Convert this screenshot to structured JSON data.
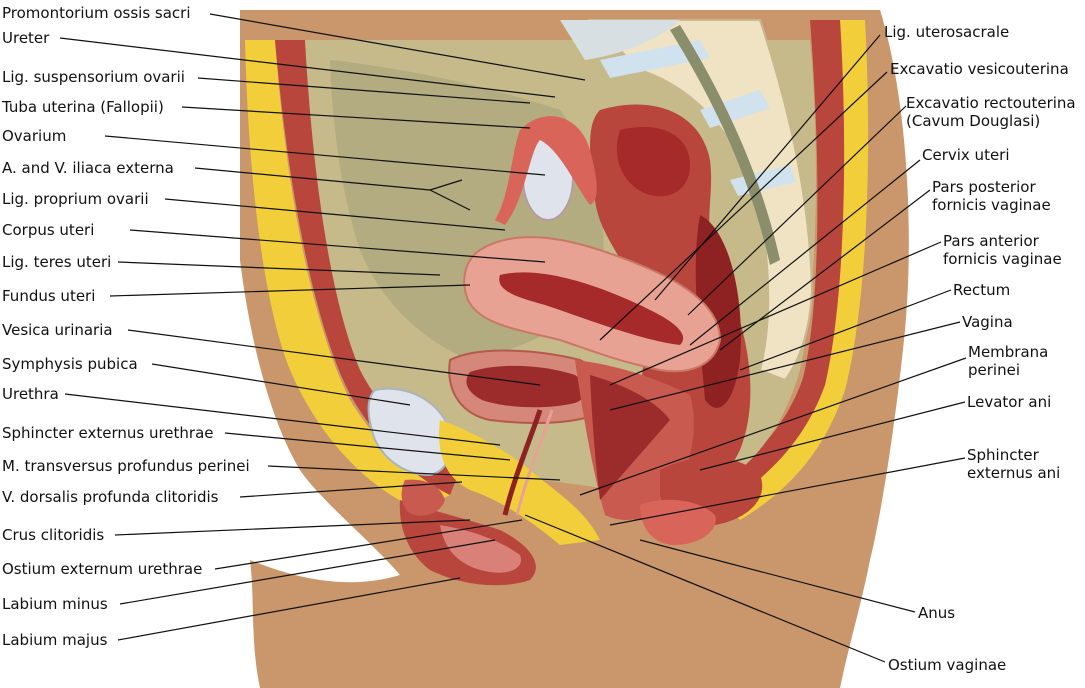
{
  "labels_left": [
    "Promontorium ossis sacri",
    "Ureter",
    "Lig. suspensorium ovarii",
    "Tuba uterina (Fallopii)",
    "Ovarium",
    "A. and V. iliaca externa",
    "Lig. proprium ovarii",
    "Corpus uteri",
    "Lig. teres uteri",
    "Fundus uteri",
    "Vesica urinaria",
    "Symphysis pubica",
    "Urethra",
    "Sphincter externus urethrae",
    "M. transversus profundus perinei",
    "V. dorsalis profunda clitoridis",
    "Crus clitoridis",
    "Ostium externum urethrae",
    "Labium minus",
    "Labium majus"
  ],
  "labels_right": [
    "Lig. uterosacrale",
    "Excavatio vesicouterina",
    "Excavatio rectouterina\n(Cavum Douglasi)",
    "Cervix uteri",
    "Pars posterior\nfornicis vaginae",
    "Pars anterior\nfornicis vaginae",
    "Rectum",
    "Vagina",
    "Membrana\nperinei",
    "Levator ani",
    "Sphincter\nexternus ani",
    "Anus",
    "Ostium vaginae"
  ],
  "colors": {
    "skin": "#c9976b",
    "fat": "#f2cf3a",
    "muscle": "#b8463c",
    "bone": "#efe3c4",
    "peritoneum": "#d8dfe2",
    "uterus": "#e7a294",
    "lumen": "#a62a2a",
    "leader": "#111111"
  }
}
